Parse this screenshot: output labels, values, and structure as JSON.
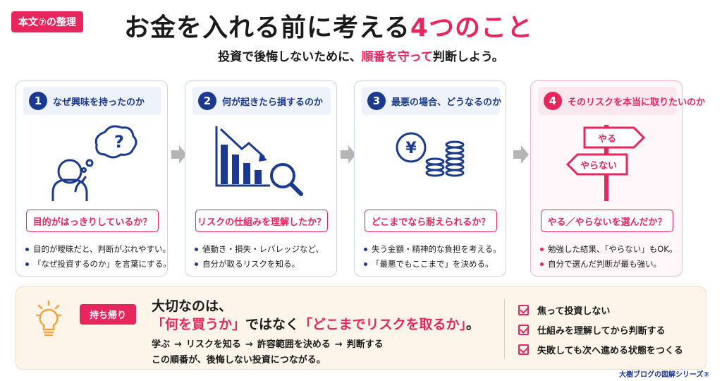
{
  "header": {
    "badge": "本文⑦の整理",
    "title_main": "お金を入れる前に考える",
    "title_accent": "4つのこと",
    "subtitle_pre": "投資で後悔しないために、",
    "subtitle_accent": "順番を守って",
    "subtitle_post": "判断しよう。"
  },
  "cards": [
    {
      "number": "1",
      "heading": "なぜ興味を持ったのか",
      "icon": "thinking-person-icon",
      "question": "目的がはっきりしているか？",
      "bullets": [
        "目的が曖昧だと、判断がぶれやすい。",
        "「なぜ投資するのか」を言葉にする。"
      ]
    },
    {
      "number": "2",
      "heading": "何が起きたら損するのか",
      "icon": "declining-chart-magnifier-icon",
      "question": "リスクの仕組みを理解したか？",
      "bullets": [
        "値動き・損失・レバレッジなど、",
        "自分が取るリスクを知る。"
      ]
    },
    {
      "number": "3",
      "heading": "最悪の場合、どうなるのか",
      "icon": "yen-coins-icon",
      "icon_text": "¥",
      "question": "どこまでなら耐えられるか？",
      "bullets": [
        "失う金額・精神的な負担を考える。",
        "「最悪でもここまで」を決める。"
      ]
    },
    {
      "number": "4",
      "heading": "そのリスクを本当に取りたいのか",
      "icon": "signpost-icon",
      "sign_yes": "やる",
      "sign_no": "やらない",
      "question": "やる／やらないを選んだか？",
      "bullets": [
        "勉強した結果、「やらない」もOK。",
        "自分で選んだ判断が最も強い。"
      ]
    }
  ],
  "takeaway": {
    "badge": "持ち帰り",
    "lead_line1": "大切なのは、",
    "lead_q1": "「何を買うか」",
    "lead_mid": "ではなく",
    "lead_q2": "「どこまでリスクを取るか」",
    "lead_end": "。",
    "steps": [
      "学ぶ",
      "リスクを知る",
      "許容範囲を決める",
      "判断する"
    ],
    "arrow": "→",
    "conclusion": "この順番が、後悔しない投資につながる。",
    "checklist": [
      "焦って投資しない",
      "仕組みを理解してから判断する",
      "失敗しても次へ進める状態をつくる"
    ]
  },
  "footer": "大樹ブログの図解シリーズ③",
  "colors": {
    "accent": "#e8265e",
    "navy": "#1b3a8f"
  }
}
